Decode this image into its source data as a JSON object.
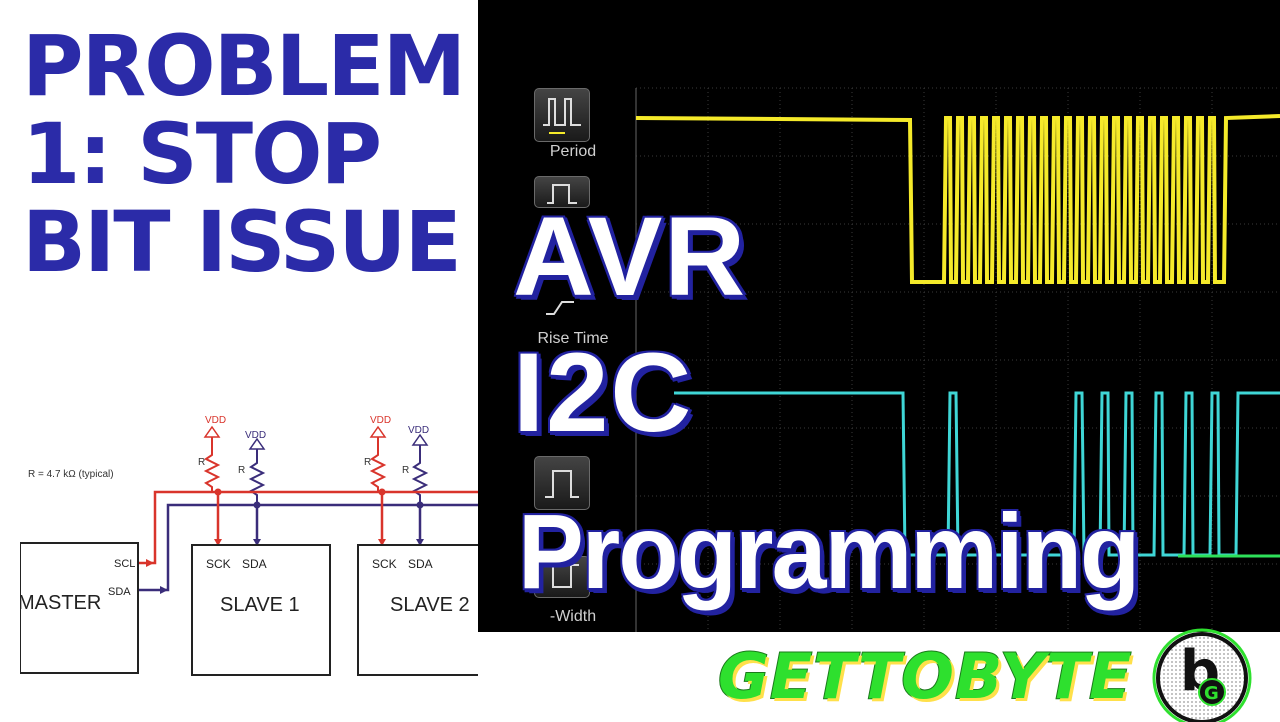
{
  "title": {
    "line1": "PROBLEM",
    "line2": "1: STOP",
    "line3": "BIT ISSUE"
  },
  "diagram": {
    "resistor_note": "R = 4.7 kΩ (typical)",
    "supply_label": "VDD",
    "resistor_label": "R",
    "master_label": "MASTER",
    "master_scl": "SCL",
    "master_sda": "SDA",
    "slave1_label": "SLAVE 1",
    "slave2_label": "SLAVE 2",
    "slave_sck": "SCK",
    "slave_sda": "SDA",
    "colors": {
      "scl_line": "#d9342b",
      "sda_line": "#3a2d7a"
    }
  },
  "scope": {
    "meas_period": "Period",
    "meas_rise": "Rise Time",
    "meas_width": "-Width",
    "colors": {
      "ch1": "#f5ea2a",
      "ch2": "#3fd6d6",
      "ch3": "#2ee05a"
    }
  },
  "overlay": {
    "line1": "AVR",
    "line2": "I2C",
    "line3": "Programming"
  },
  "brand": {
    "name": "GETTOBYTE",
    "logo_letter_b": "b",
    "logo_letter_g": "G"
  }
}
